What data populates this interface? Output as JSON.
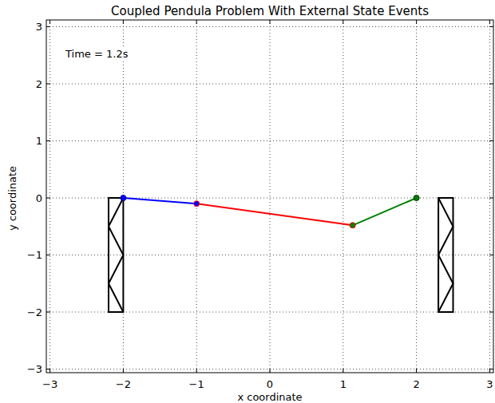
{
  "diagram": {
    "title": "Coupled Pendula Problem With External State Events",
    "labels": [
      "Time = 1.2s",
      "x coordinate",
      "y coordinate",
      "−3",
      "−2",
      "−1",
      "0",
      "1",
      "2",
      "3",
      "3",
      "2",
      "1",
      "0",
      "−1",
      "−2",
      "−3"
    ]
  }
}
